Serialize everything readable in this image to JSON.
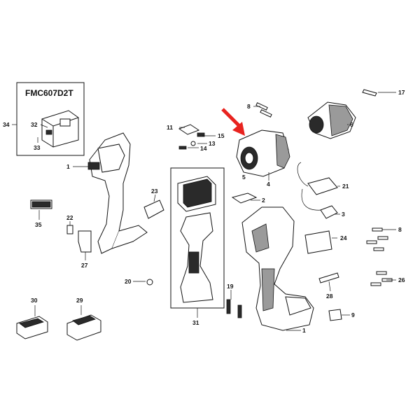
{
  "diagram": {
    "model_title": "FMC607D2T",
    "arrow_color": "#e8231f",
    "callouts": [
      {
        "key": "p1a",
        "label": "1"
      },
      {
        "key": "p1b",
        "label": "1"
      },
      {
        "key": "p2",
        "label": "2"
      },
      {
        "key": "p3",
        "label": "3"
      },
      {
        "key": "p4",
        "label": "4"
      },
      {
        "key": "p5",
        "label": "5"
      },
      {
        "key": "p6",
        "label": "6"
      },
      {
        "key": "p8a",
        "label": "8"
      },
      {
        "key": "p8b",
        "label": "8"
      },
      {
        "key": "p9",
        "label": "9"
      },
      {
        "key": "p11",
        "label": "11"
      },
      {
        "key": "p13",
        "label": "13"
      },
      {
        "key": "p14",
        "label": "14"
      },
      {
        "key": "p15",
        "label": "15"
      },
      {
        "key": "p17",
        "label": "17"
      },
      {
        "key": "p19",
        "label": "19"
      },
      {
        "key": "p20",
        "label": "20"
      },
      {
        "key": "p21",
        "label": "21"
      },
      {
        "key": "p22",
        "label": "22"
      },
      {
        "key": "p23",
        "label": "23"
      },
      {
        "key": "p24",
        "label": "24"
      },
      {
        "key": "p26",
        "label": "26"
      },
      {
        "key": "p27",
        "label": "27"
      },
      {
        "key": "p28",
        "label": "28"
      },
      {
        "key": "p29",
        "label": "29"
      },
      {
        "key": "p30",
        "label": "30"
      },
      {
        "key": "p31",
        "label": "31"
      },
      {
        "key": "p32",
        "label": "32"
      },
      {
        "key": "p33",
        "label": "33"
      },
      {
        "key": "p34",
        "label": "34"
      },
      {
        "key": "p35",
        "label": "35"
      }
    ]
  }
}
